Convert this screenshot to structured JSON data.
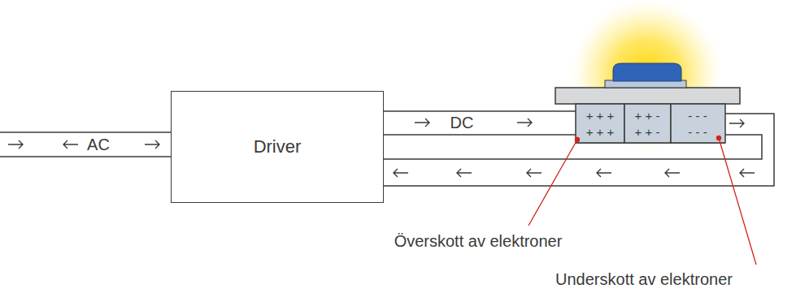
{
  "diagram": {
    "nodes": [
      {
        "text": [
          "Driver"
        ]
      }
    ],
    "labels": [
      "AC",
      "DC",
      "Överskott av elektroner",
      "Underskott av elektroner",
      "+ + +",
      "+ + +",
      "+ + -",
      "+ + -",
      "- - -",
      "- - -"
    ]
  }
}
